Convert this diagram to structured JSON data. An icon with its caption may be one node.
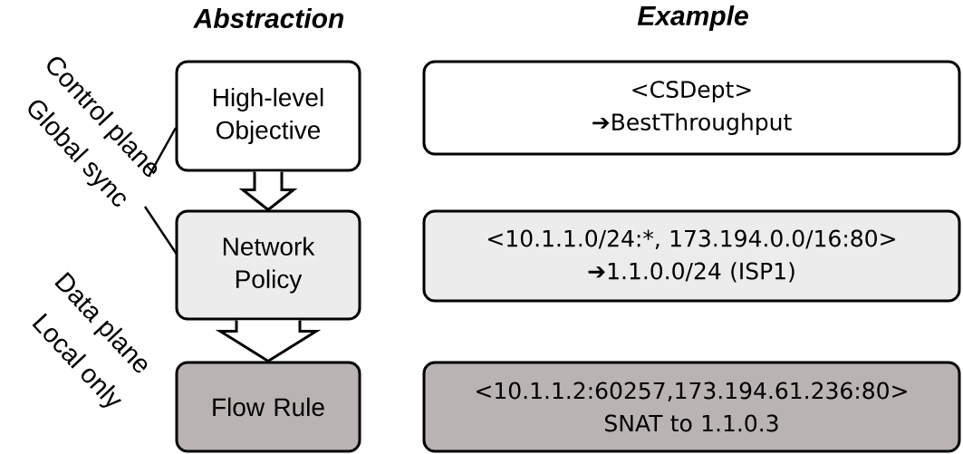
{
  "diagram": {
    "nodes": [
      {
        "text": [
          "High-level Objective"
        ]
      },
      {
        "text": [
          "Network Policy"
        ]
      },
      {
        "text": [
          "Flow Rule"
        ]
      },
      {
        "text": [
          "<CSDept>",
          "➔BestThroughput"
        ]
      },
      {
        "text": [
          "<10.1.1.0/24:*, 173.194.0.0/16:80>",
          "➔1.1.0.0/24 (ISP1)"
        ]
      },
      {
        "text": [
          "<10.1.1.2:60257,173.194.61.236:80>",
          "SNAT to 1.1.0.3"
        ]
      }
    ],
    "edges": [
      {
        "from": 0,
        "to": 1,
        "arrow": "to"
      },
      {
        "from": 1,
        "to": 2,
        "arrow": "to"
      }
    ],
    "labels": [
      "Abstraction",
      "Example",
      "Control plane",
      "Global sync",
      "Data plane",
      "Local only"
    ]
  }
}
